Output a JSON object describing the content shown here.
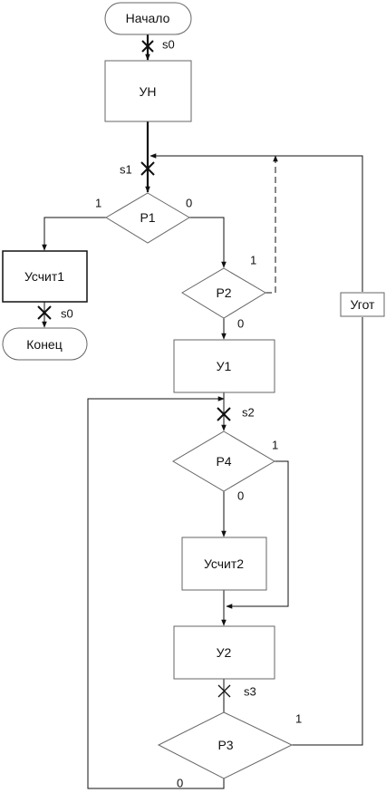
{
  "nodes": {
    "start": "Начало",
    "un": "УН",
    "p1": "P1",
    "uschit1": "Усчит1",
    "end": "Конец",
    "p2": "P2",
    "u1": "У1",
    "p4": "P4",
    "uschit2": "Усчит2",
    "u2": "У2",
    "p3": "P3",
    "ugot": "Угот"
  },
  "state_marks": {
    "s0_top": "s0",
    "s1": "s1",
    "s0_left": "s0",
    "s2": "s2",
    "s3": "s3"
  },
  "branch_labels": {
    "p1_yes": "1",
    "p1_no": "0",
    "p2_yes": "1",
    "p2_no": "0",
    "p4_yes": "1",
    "p4_no": "0",
    "p3_yes": "1",
    "p3_no": "0"
  }
}
